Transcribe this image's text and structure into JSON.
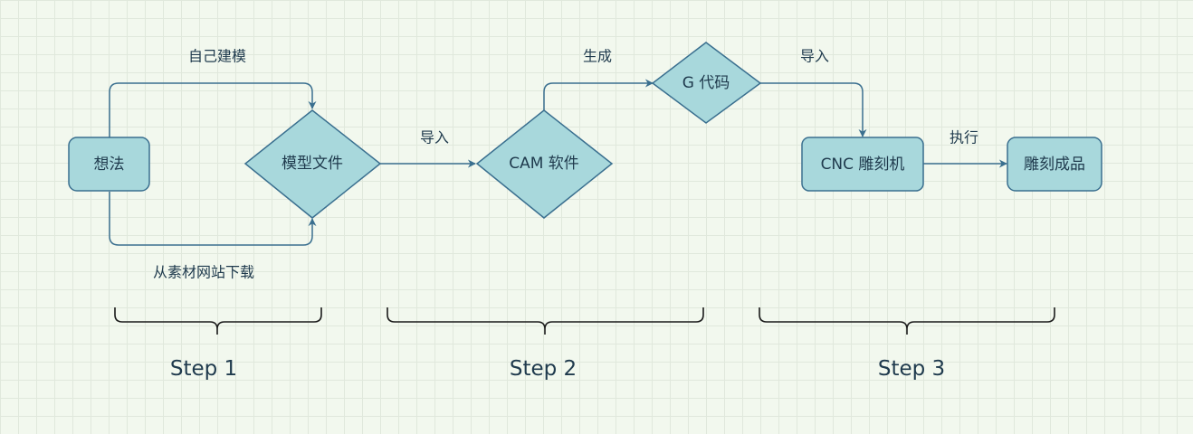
{
  "nodes": {
    "idea": "想法",
    "model_file": "模型文件",
    "cam_software": "CAM 软件",
    "g_code": "G 代码",
    "cnc_machine": "CNC 雕刻机",
    "finished_product": "雕刻成品"
  },
  "edges": {
    "self_modeling": "自己建模",
    "download_from_site": "从素材网站下载",
    "import_to_cam": "导入",
    "generate": "生成",
    "import_to_cnc": "导入",
    "execute": "执行"
  },
  "steps": [
    "Step 1",
    "Step 2",
    "Step 3"
  ],
  "colors": {
    "node_fill": "#a8d8dc",
    "node_stroke": "#3a6f8f",
    "edge": "#3a6f8f",
    "text": "#1f3a4d",
    "background": "#f2f8ee"
  }
}
